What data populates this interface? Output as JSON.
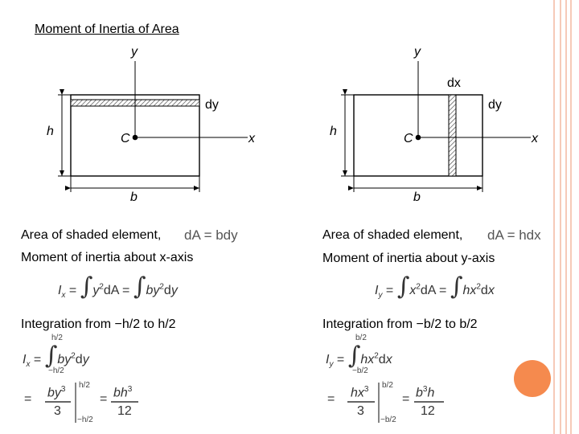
{
  "title": "Moment of Inertia of Area",
  "left_diagram": {
    "y_label": "y",
    "x_label": "x",
    "dy_label": "dy",
    "h_label": "h",
    "b_label": "b",
    "c_label": "C"
  },
  "right_diagram": {
    "y_label": "y",
    "x_label": "x",
    "dx_label": "dx",
    "dy_label": "dy",
    "h_label": "h",
    "b_label": "b",
    "c_label": "C"
  },
  "left_text": {
    "area_label": "Area of shaded element,",
    "area_formula": "dA = bdy",
    "moment_label": "Moment of inertia about x-axis",
    "integration_label": "Integration from −h/2 to h/2",
    "limit_upper": "h/2",
    "limit_lower": "−h/2"
  },
  "right_text": {
    "area_label": "Area of shaded element,",
    "area_formula": "dA = hdx",
    "moment_label": "Moment of inertia about y-axis",
    "integration_label": "Integration from −b/2 to b/2",
    "limit_upper": "b/2",
    "limit_lower": "−b/2"
  },
  "colors": {
    "accent_circle": "#F58A4E",
    "border_lines": "#F3B8A0"
  }
}
